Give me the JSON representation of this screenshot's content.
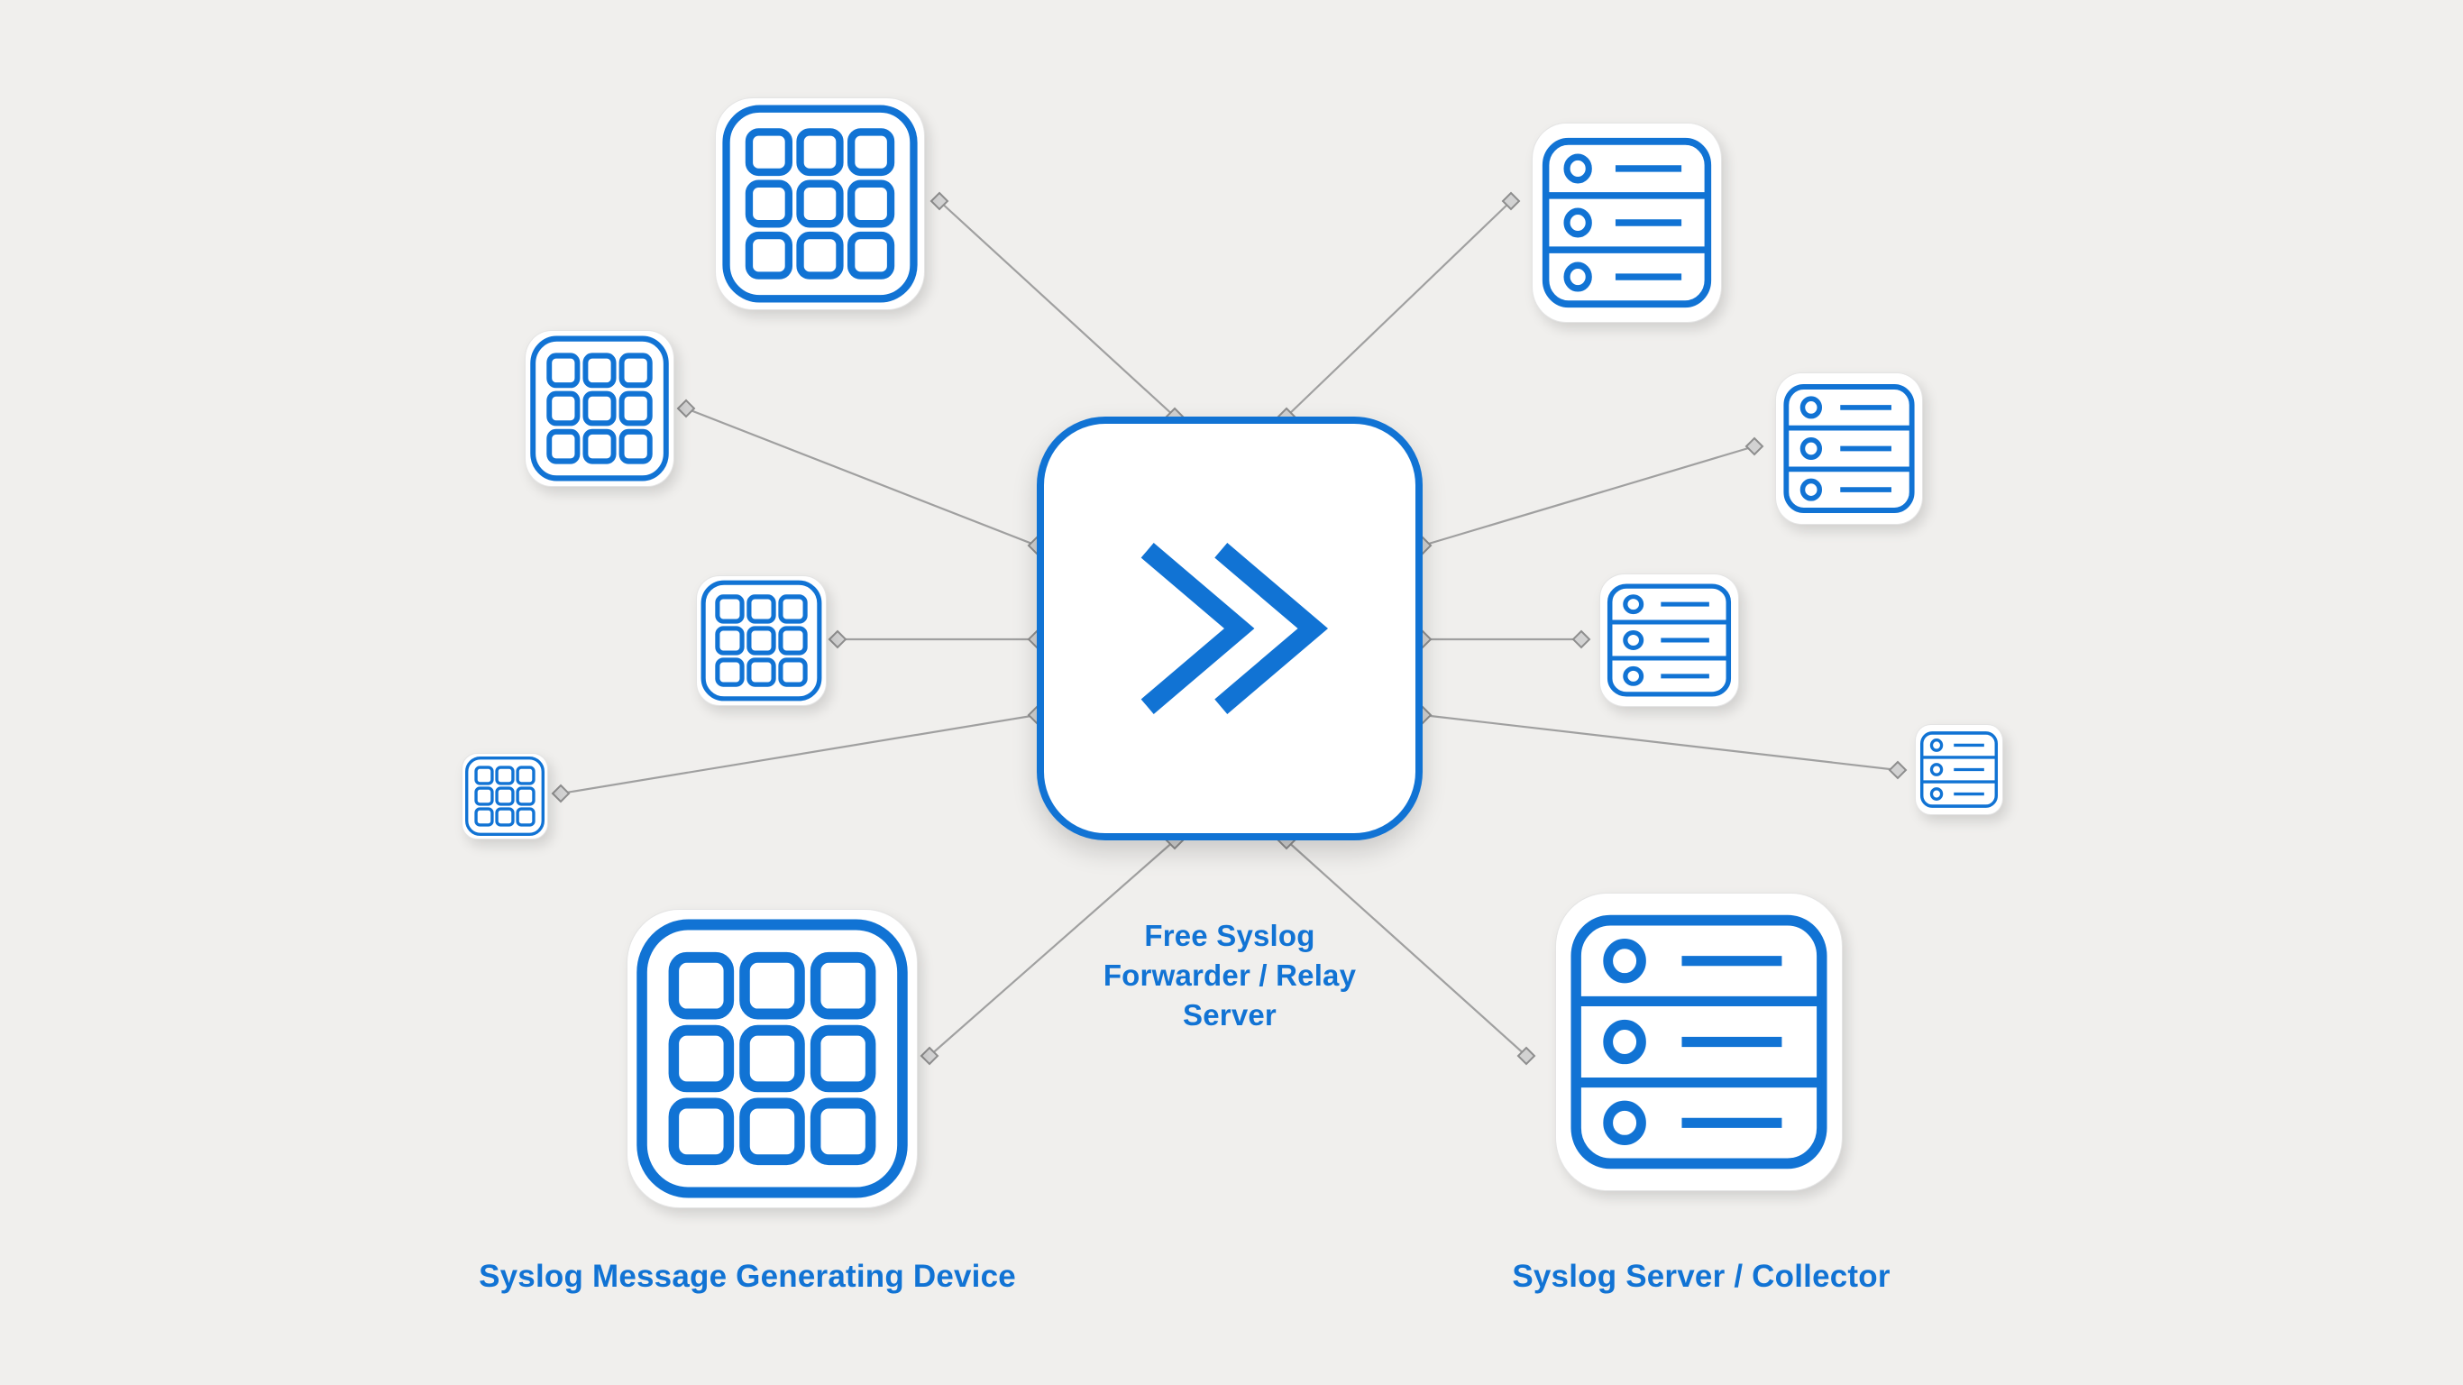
{
  "colors": {
    "background": "#f0efed",
    "accent": "#1173d4",
    "line": "#a0a0a0",
    "diamond_fill": "#d2d2d2",
    "diamond_stroke": "#8e8e8e",
    "card_bg": "#ffffff"
  },
  "center": {
    "label": "Free Syslog\nForwarder / Relay\nServer",
    "icon": "double-chevron-right-icon"
  },
  "groups": {
    "left_label": "Syslog Message Generating Device",
    "right_label": "Syslog Server / Collector"
  },
  "icons": {
    "device": "keypad-grid-icon",
    "server": "server-rack-icon",
    "connector": "diamond-connector-icon"
  }
}
